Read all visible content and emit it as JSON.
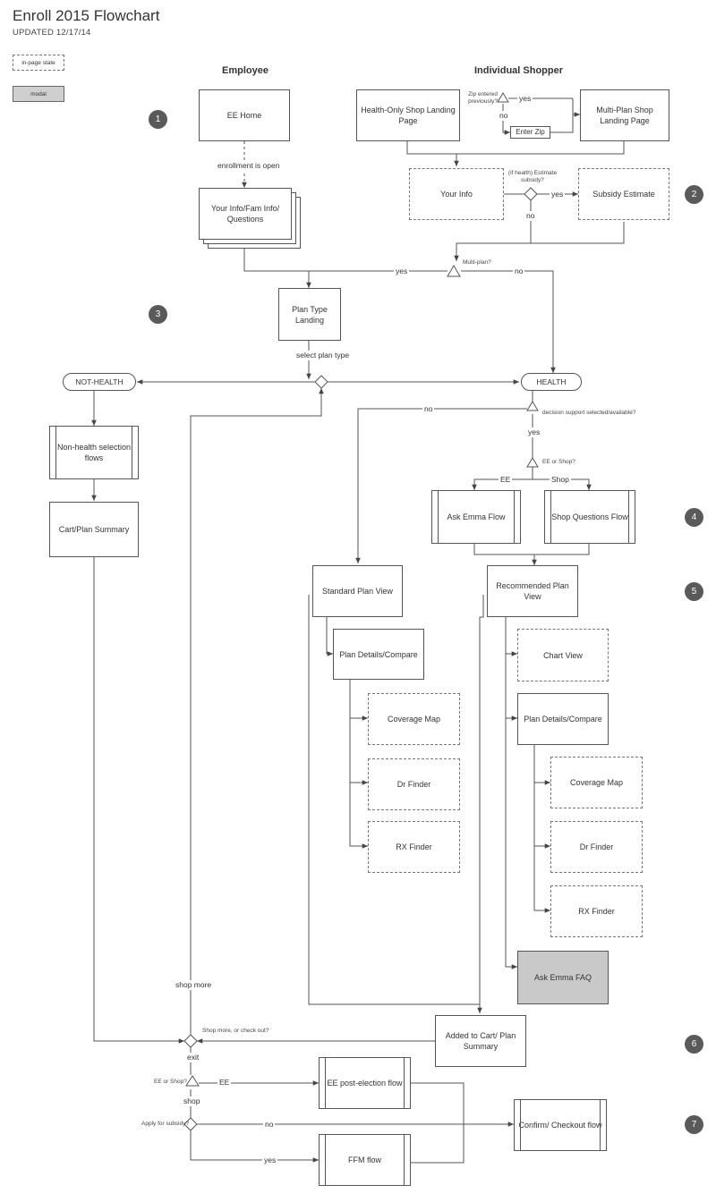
{
  "header": {
    "title": "Enroll 2015 Flowchart",
    "updated": "UPDATED 12/17/14"
  },
  "legend": {
    "in_page_state": "in-page state",
    "modal": "modal"
  },
  "columns": {
    "employee": "Employee",
    "shopper": "Individual Shopper"
  },
  "steps": [
    "1",
    "2",
    "3",
    "4",
    "5",
    "6",
    "7"
  ],
  "nodes": {
    "ee_home": "EE Home",
    "your_info_fam": "Your Info/Fam Info/ Questions",
    "health_only_landing": "Health-Only Shop Landing Page",
    "multi_plan_landing": "Multi-Plan Shop Landing Page",
    "enter_zip": "Enter Zip",
    "your_info": "Your Info",
    "subsidy_estimate": "Subsidy Estimate",
    "plan_type_landing": "Plan Type Landing",
    "not_health": "NOT-HEALTH",
    "health": "HEALTH",
    "non_health_flows": "Non-health selection flows",
    "cart_plan_summary": "Cart/Plan Summary",
    "ask_emma_flow": "Ask Emma Flow",
    "shop_questions_flow": "Shop Questions Flow",
    "standard_plan_view": "Standard Plan View",
    "recommended_plan_view": "Recommended Plan View",
    "plan_details_compare_std": "Plan Details/Compare",
    "coverage_map_std": "Coverage Map",
    "dr_finder_std": "Dr Finder",
    "rx_finder_std": "RX Finder",
    "chart_view": "Chart View",
    "plan_details_compare_rec": "Plan Details/Compare",
    "coverage_map_rec": "Coverage Map",
    "dr_finder_rec": "Dr Finder",
    "rx_finder_rec": "RX Finder",
    "ask_emma_faq": "Ask Emma FAQ",
    "added_to_cart": "Added to Cart/ Plan Summary",
    "ee_post_election": "EE post-election flow",
    "ffm_flow": "FFM flow",
    "confirm_checkout": "Confirm/ Checkout flow"
  },
  "labels": {
    "enrollment_open": "enrollment is open",
    "zip_q": "Zip entered previously?",
    "yes_zip": "yes",
    "no_zip": "no",
    "subsidy_q": "(if health) Estimate subsidy?",
    "yes_subsidy": "yes",
    "no_subsidy": "no",
    "multi_plan_q": "Multi-plan?",
    "yes_multi": "yes",
    "no_multi": "no",
    "select_plan_type": "select plan type",
    "no_decision": "no",
    "decision_q": "decision support selected/available?",
    "yes_decision": "yes",
    "ee_shop_q1": "EE or Shop?",
    "ee1": "EE",
    "shop1": "Shop",
    "shop_more": "shop more",
    "shop_more_q": "Shop more, or check out?",
    "exit": "exit",
    "ee_shop_q2": "EE or Shop?",
    "ee2": "EE",
    "shop2": "shop",
    "apply_subsidy_q": "Apply for subsidy?",
    "no_apply": "no",
    "yes_apply": "yes"
  }
}
